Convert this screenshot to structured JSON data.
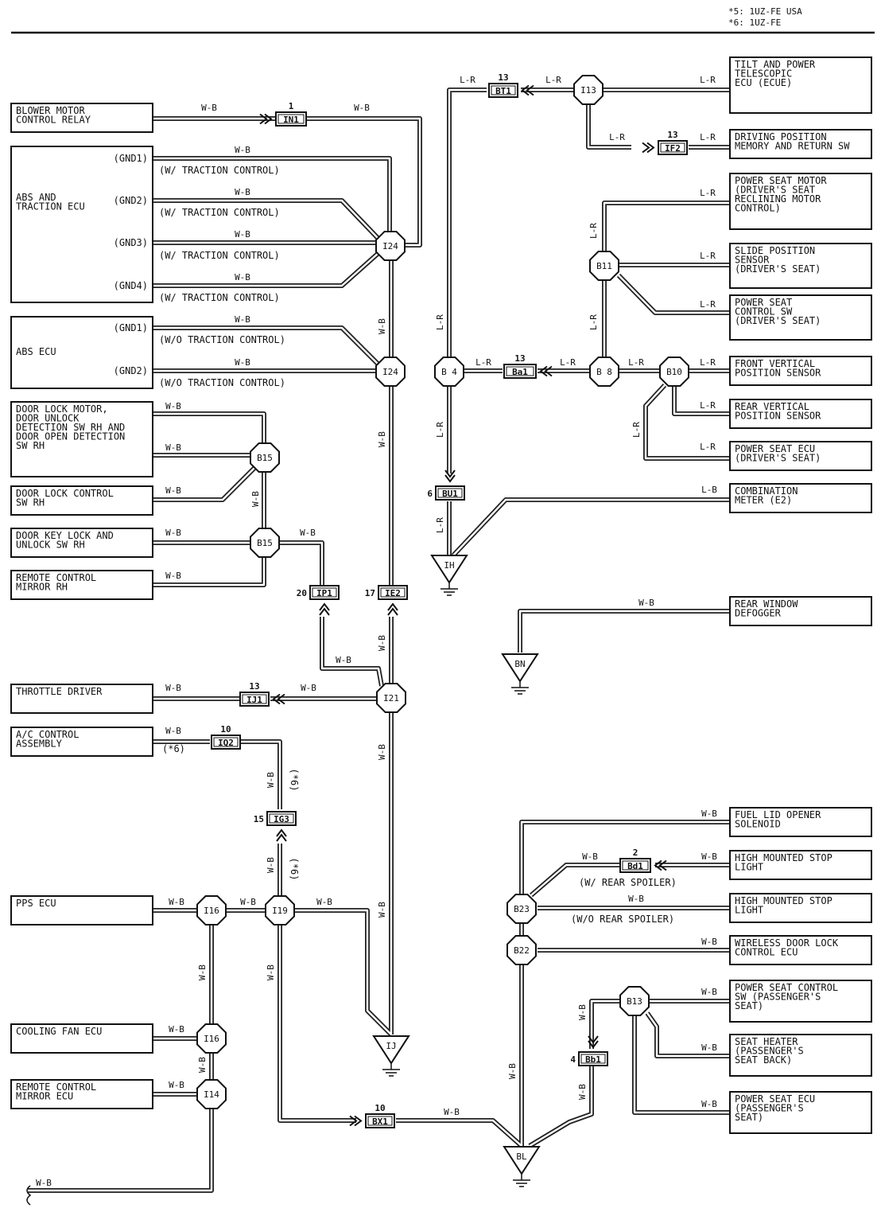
{
  "header": {
    "notes": [
      "*5: 1UZ-FE USA",
      "*6: 1UZ-FE"
    ]
  },
  "components": {
    "blower_motor_relay": [
      "BLOWER MOTOR",
      "CONTROL RELAY"
    ],
    "abs_traction_ecu": [
      "ABS AND",
      "TRACTION ECU"
    ],
    "abs_traction_pins": [
      "(GND1)",
      "(GND2)",
      "(GND3)",
      "(GND4)"
    ],
    "abs_ecu": [
      "ABS ECU"
    ],
    "abs_ecu_pins": [
      "(GND1)",
      "(GND2)"
    ],
    "door_lock_motor": [
      "DOOR LOCK MOTOR,",
      "DOOR UNLOCK",
      "DETECTION SW RH AND",
      "DOOR OPEN DETECTION",
      "SW RH"
    ],
    "door_lock_control": [
      "DOOR LOCK CONTROL",
      "SW RH"
    ],
    "door_key_lock": [
      "DOOR KEY LOCK AND",
      "UNLOCK SW RH"
    ],
    "remote_mirror_rh": [
      "REMOTE CONTROL",
      "MIRROR RH"
    ],
    "throttle_driver": [
      "THROTTLE DRIVER"
    ],
    "ac_control": [
      "A/C CONTROL",
      "ASSEMBLY"
    ],
    "pps_ecu": [
      "PPS ECU"
    ],
    "cooling_fan_ecu": [
      "COOLING FAN ECU"
    ],
    "remote_mirror_ecu": [
      "REMOTE CONTROL",
      "MIRROR ECU"
    ],
    "tilt_ecu": [
      "TILT AND POWER",
      "TELESCOPIC",
      "ECU (ECUE)"
    ],
    "driving_position": [
      "DRIVING POSITION",
      "MEMORY AND RETURN SW"
    ],
    "power_seat_motor": [
      "POWER SEAT MOTOR",
      "(DRIVER'S SEAT",
      " RECLINING MOTOR",
      " CONTROL)"
    ],
    "slide_position": [
      "SLIDE POSITION",
      "SENSOR",
      "(DRIVER'S SEAT)"
    ],
    "power_seat_sw_driver": [
      "POWER SEAT",
      "CONTROL SW",
      "(DRIVER'S SEAT)"
    ],
    "front_vertical": [
      "FRONT VERTICAL",
      "POSITION SENSOR"
    ],
    "rear_vertical": [
      "REAR VERTICAL",
      "POSITION SENSOR"
    ],
    "power_seat_ecu_driver": [
      "POWER SEAT ECU",
      "(DRIVER'S SEAT)"
    ],
    "combination_meter": [
      "COMBINATION",
      "METER (E2)"
    ],
    "rear_window": [
      "REAR WINDOW",
      "DEFOGGER"
    ],
    "fuel_lid": [
      "FUEL LID OPENER",
      "SOLENOID"
    ],
    "high_stop_1": [
      "HIGH MOUNTED STOP",
      "LIGHT"
    ],
    "high_stop_2": [
      "HIGH MOUNTED STOP",
      "LIGHT"
    ],
    "wireless_door": [
      "WIRELESS DOOR LOCK",
      "CONTROL ECU"
    ],
    "power_seat_sw_pass": [
      "POWER SEAT CONTROL",
      "SW (PASSENGER'S",
      "SEAT)"
    ],
    "seat_heater": [
      "SEAT HEATER",
      "(PASSENGER'S",
      " SEAT BACK)"
    ],
    "power_seat_ecu_pass": [
      "POWER SEAT ECU",
      "(PASSENGER'S",
      " SEAT)"
    ]
  },
  "connectors": {
    "IN1": {
      "id": "IN1",
      "pin": "1"
    },
    "BT1": {
      "id": "BT1",
      "pin": "13"
    },
    "IF2": {
      "id": "IF2",
      "pin": "13"
    },
    "Ba1": {
      "id": "Ba1",
      "pin": "13"
    },
    "BU1": {
      "id": "BU1",
      "pin": "6"
    },
    "IP1": {
      "id": "IP1",
      "pin": "20"
    },
    "IE2": {
      "id": "IE2",
      "pin": "17"
    },
    "IJ1": {
      "id": "IJ1",
      "pin": "13"
    },
    "IQ2": {
      "id": "IQ2",
      "pin": "10"
    },
    "IG3": {
      "id": "IG3",
      "pin": "15"
    },
    "Bd1": {
      "id": "Bd1",
      "pin": "2"
    },
    "Bb1": {
      "id": "Bb1",
      "pin": "4"
    },
    "BX1": {
      "id": "BX1",
      "pin": "10"
    }
  },
  "junctions": {
    "I24a": "I24",
    "I24b": "I24",
    "I13": "I13",
    "B15a": "B15",
    "B15b": "B15",
    "B4": "B 4",
    "B8": "B 8",
    "B10": "B10",
    "B11": "B11",
    "I21": "I21",
    "I16a": "I16",
    "I19": "I19",
    "I16b": "I16",
    "I14": "I14",
    "B23": "B23",
    "B22": "B22",
    "B13": "B13"
  },
  "grounds": {
    "IH": "IH",
    "BN": "BN",
    "IJ": "IJ",
    "BL": "BL"
  },
  "wires": {
    "wb": "W-B",
    "lr": "L-R",
    "lb": "L-B"
  },
  "notes": {
    "w_traction": "(W/ TRACTION CONTROL)",
    "wo_traction": "(W/O TRACTION CONTROL)",
    "w_spoiler": "(W/ REAR SPOILER)",
    "wo_spoiler": "(W/O REAR SPOILER)",
    "star6": "(*6)"
  }
}
